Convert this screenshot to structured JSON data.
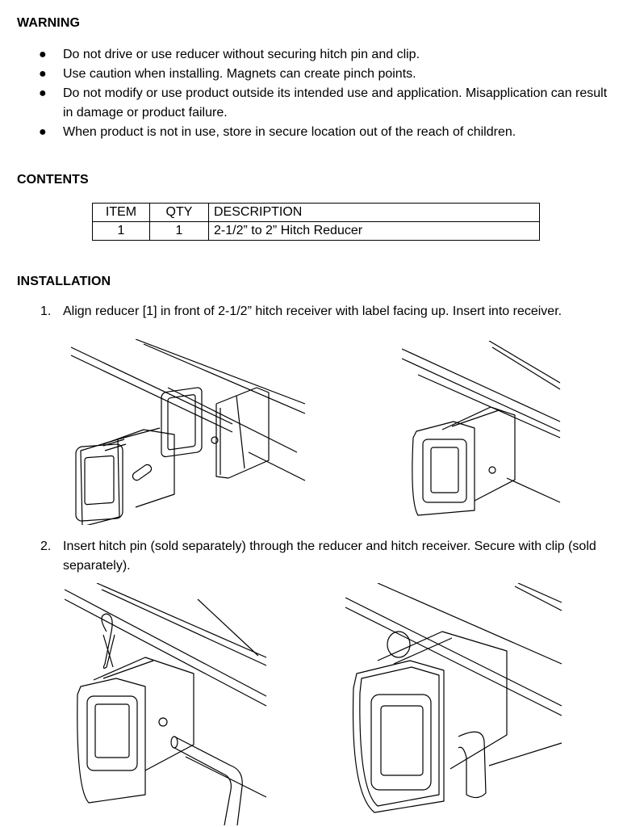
{
  "warning": {
    "heading": "WARNING",
    "items": [
      "Do not drive or use reducer without securing hitch pin and clip.",
      "Use caution when installing. Magnets can create pinch points.",
      "Do not modify or use product outside its intended use and application. Misapplication can result in damage or product failure.",
      "When product is not in use, store in secure location out of the reach of children."
    ]
  },
  "contents": {
    "heading": "CONTENTS",
    "columns": [
      "ITEM",
      "QTY",
      "DESCRIPTION"
    ],
    "rows": [
      [
        "1",
        "1",
        "2-1/2” to 2” Hitch Reducer"
      ]
    ]
  },
  "installation": {
    "heading": "INSTALLATION",
    "steps": [
      {
        "number": "1.",
        "text": "Align reducer [1] in front of 2-1/2” hitch receiver with label facing up. Insert into receiver."
      },
      {
        "number": "2.",
        "text": "Insert hitch pin (sold separately) through the reducer and hitch receiver. Secure with clip (sold separately)."
      }
    ]
  },
  "illustrations": {
    "step1": [
      "reducer-aligned-before-receiver-illustration",
      "reducer-inserted-in-receiver-illustration"
    ],
    "step2": [
      "hitch-pin-and-clip-illustration",
      "hitch-pin-secured-illustration"
    ]
  }
}
